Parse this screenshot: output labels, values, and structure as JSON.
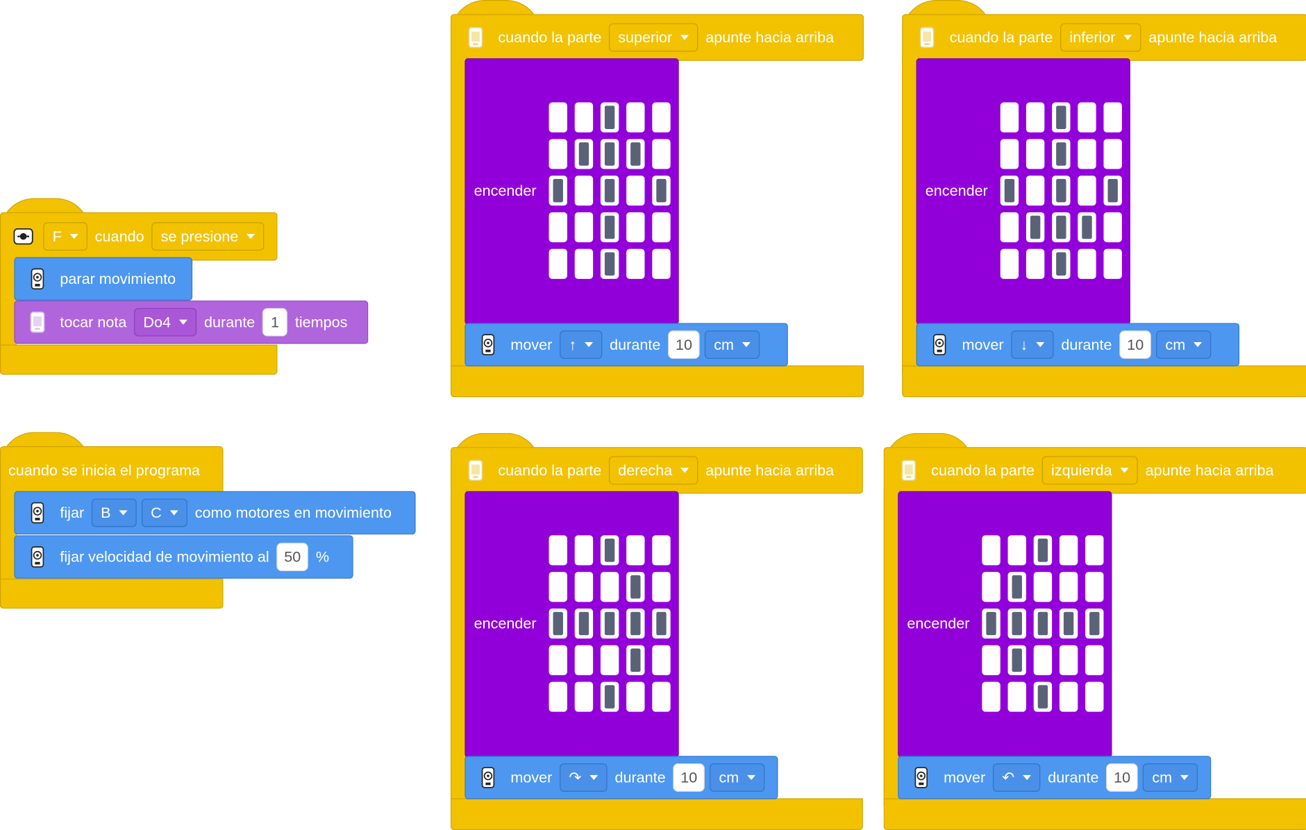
{
  "scripts": {
    "button": {
      "button_value": "F",
      "when": "cuando",
      "event_value": "se presione",
      "stop_label": "parar movimiento",
      "play_label": "tocar nota",
      "note_value": "Do4",
      "during": "durante",
      "beats_value": "1",
      "beats_label": "tiempos"
    },
    "start": {
      "title": "cuando se inicia el programa",
      "set_label": "fijar",
      "motor_a": "B",
      "motor_b": "C",
      "motors_suffix": "como motores en movimiento",
      "speed_label": "fijar velocidad de movimiento al",
      "speed_value": "50",
      "speed_unit": "%"
    },
    "tilt_up": {
      "prefix": "cuando la parte",
      "side": "superior",
      "suffix": "apunte hacia arriba",
      "light_label": "encender",
      "matrix": [
        [
          0,
          0,
          1,
          0,
          0
        ],
        [
          0,
          1,
          1,
          1,
          0
        ],
        [
          1,
          0,
          1,
          0,
          1
        ],
        [
          0,
          0,
          1,
          0,
          0
        ],
        [
          0,
          0,
          1,
          0,
          0
        ]
      ],
      "move_label": "mover",
      "direction": "↑",
      "during": "durante",
      "distance": "10",
      "unit": "cm"
    },
    "tilt_down": {
      "prefix": "cuando la parte",
      "side": "inferior",
      "suffix": "apunte hacia arriba",
      "light_label": "encender",
      "matrix": [
        [
          0,
          0,
          1,
          0,
          0
        ],
        [
          0,
          0,
          1,
          0,
          0
        ],
        [
          1,
          0,
          1,
          0,
          1
        ],
        [
          0,
          1,
          1,
          1,
          0
        ],
        [
          0,
          0,
          1,
          0,
          0
        ]
      ],
      "move_label": "mover",
      "direction": "↓",
      "during": "durante",
      "distance": "10",
      "unit": "cm"
    },
    "tilt_right": {
      "prefix": "cuando la parte",
      "side": "derecha",
      "suffix": "apunte hacia arriba",
      "light_label": "encender",
      "matrix": [
        [
          0,
          0,
          1,
          0,
          0
        ],
        [
          0,
          0,
          0,
          1,
          0
        ],
        [
          1,
          1,
          1,
          1,
          1
        ],
        [
          0,
          0,
          0,
          1,
          0
        ],
        [
          0,
          0,
          1,
          0,
          0
        ]
      ],
      "move_label": "mover",
      "direction": "↷",
      "during": "durante",
      "distance": "10",
      "unit": "cm"
    },
    "tilt_left": {
      "prefix": "cuando la parte",
      "side": "izquierda",
      "suffix": "apunte hacia arriba",
      "light_label": "encender",
      "matrix": [
        [
          0,
          0,
          1,
          0,
          0
        ],
        [
          0,
          1,
          0,
          0,
          0
        ],
        [
          1,
          1,
          1,
          1,
          1
        ],
        [
          0,
          1,
          0,
          0,
          0
        ],
        [
          0,
          0,
          1,
          0,
          0
        ]
      ],
      "move_label": "mover",
      "direction": "↶",
      "during": "durante",
      "distance": "10",
      "unit": "cm"
    }
  },
  "icons": {
    "hub_button": "hub-button-icon",
    "motion": "drive-base-icon",
    "hub": "hub-icon"
  },
  "colors": {
    "events": "#F2C200",
    "motion": "#4D97F0",
    "sound": "#B065DD",
    "light": "#9200D9"
  }
}
